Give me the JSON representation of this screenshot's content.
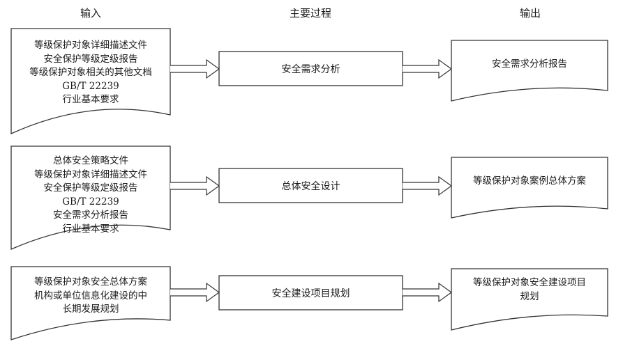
{
  "headers": {
    "input": "输入",
    "process": "主要过程",
    "output": "输出"
  },
  "rows": [
    {
      "inputs": [
        "等级保护对象详细描述文件",
        "安全保护等级定级报告",
        "等级保护对象相关的其他文档",
        "GB/T 22239",
        "行业基本要求"
      ],
      "process": "安全需求分析",
      "outputs": [
        "安全需求分析报告"
      ]
    },
    {
      "inputs": [
        "总体安全策略文件",
        "等级保护对象详细描述文件",
        "安全保护等级定级报告",
        "GB/T 22239",
        "安全需求分析报告",
        "行业基本要求"
      ],
      "process": "总体安全设计",
      "outputs": [
        "等级保护对象案例总体方案"
      ]
    },
    {
      "inputs": [
        "等级保护对象安全总体方案",
        "机构或单位信息化建设的中",
        "长期发展规划"
      ],
      "process": "安全建设项目规划",
      "outputs": [
        "等级保护对象安全建设项目",
        "规划"
      ]
    }
  ]
}
